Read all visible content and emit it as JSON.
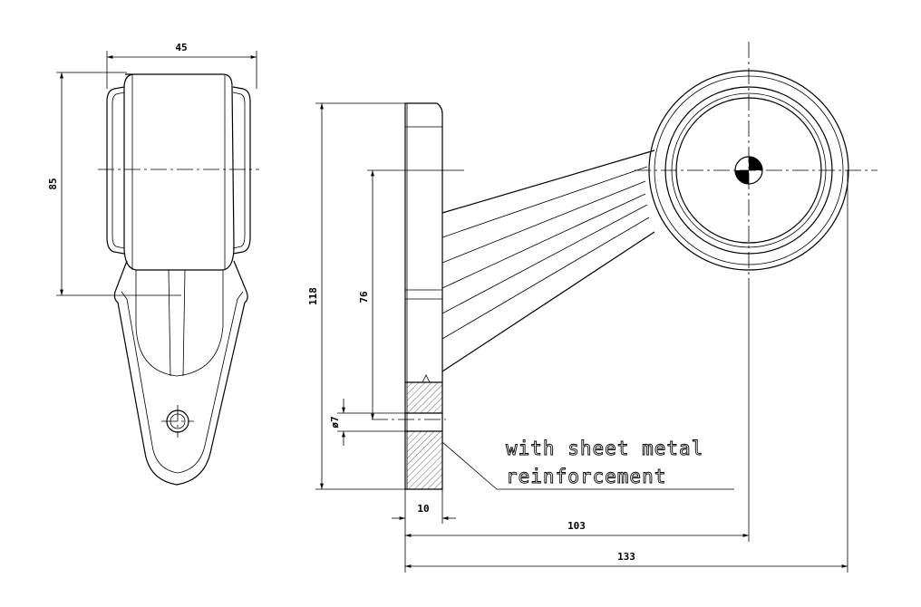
{
  "dimensions": {
    "width_45": "45",
    "height_85": "85",
    "height_118": "118",
    "height_76": "76",
    "diameter_7": "ø7",
    "thickness_10": "10",
    "length_103": "103",
    "length_133": "133"
  },
  "note": {
    "line1": "with sheet metal",
    "line2": "reinforcement"
  }
}
